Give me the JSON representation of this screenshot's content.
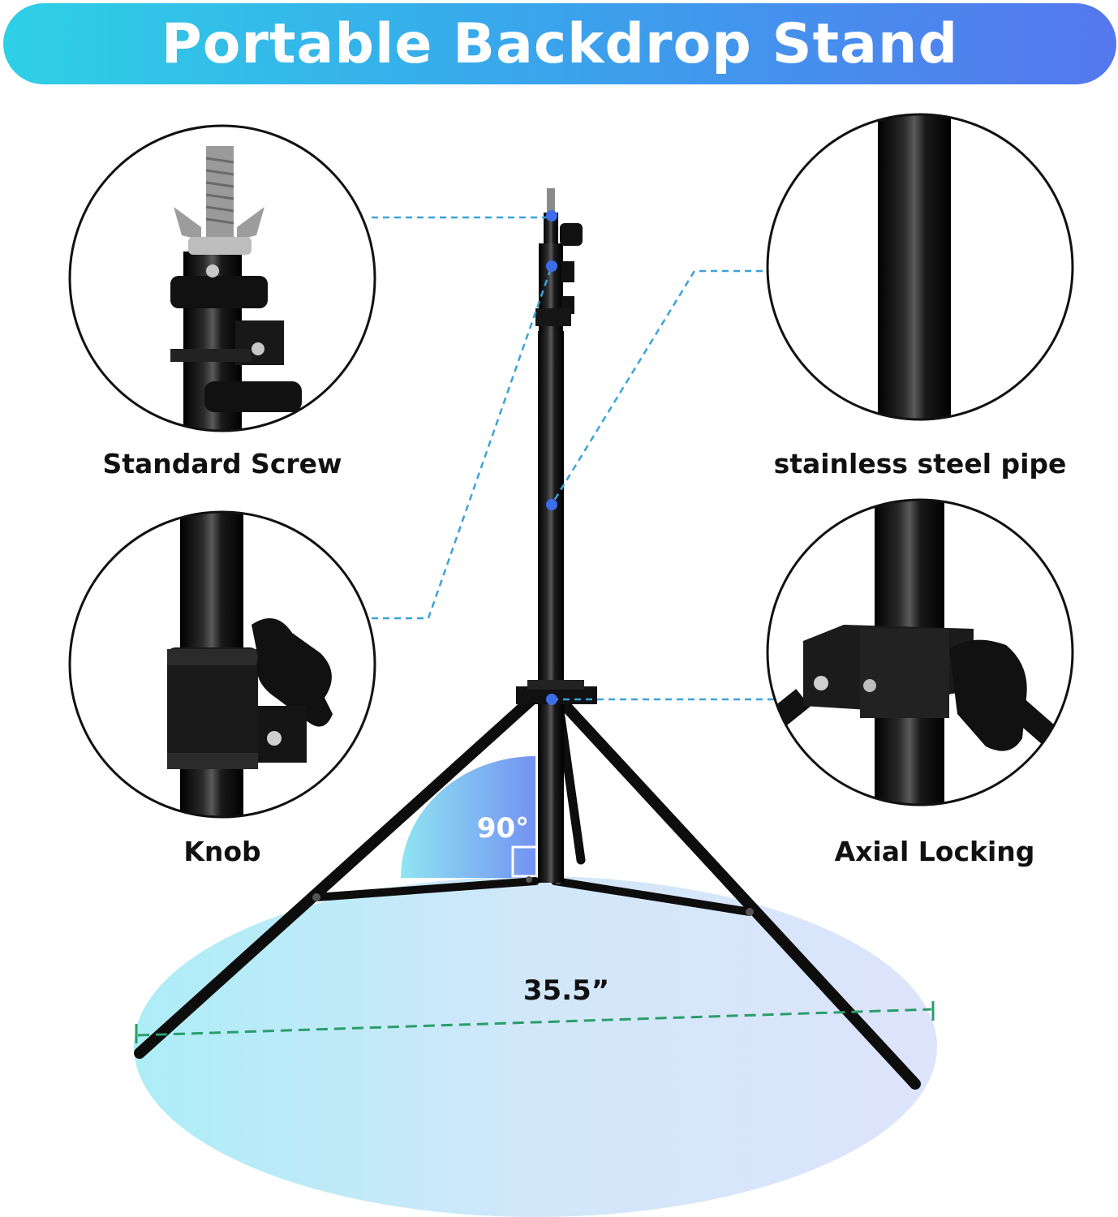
{
  "title": "Portable Backdrop Stand",
  "callouts": [
    {
      "id": "standard-screw",
      "label": "Standard Screw"
    },
    {
      "id": "stainless-steel-pipe",
      "label": "stainless steel pipe"
    },
    {
      "id": "knob",
      "label": "Knob"
    },
    {
      "id": "axial-locking",
      "label": "Axial Locking"
    }
  ],
  "angle_label": "90°",
  "span_label": "35.5”",
  "colors": {
    "banner_start": "#2ed0e6",
    "banner_end": "#5577ee",
    "leader_line": "#3aa3d8",
    "marker_dot": "#3b6ee8",
    "dimension_line": "#2a9d6a"
  }
}
